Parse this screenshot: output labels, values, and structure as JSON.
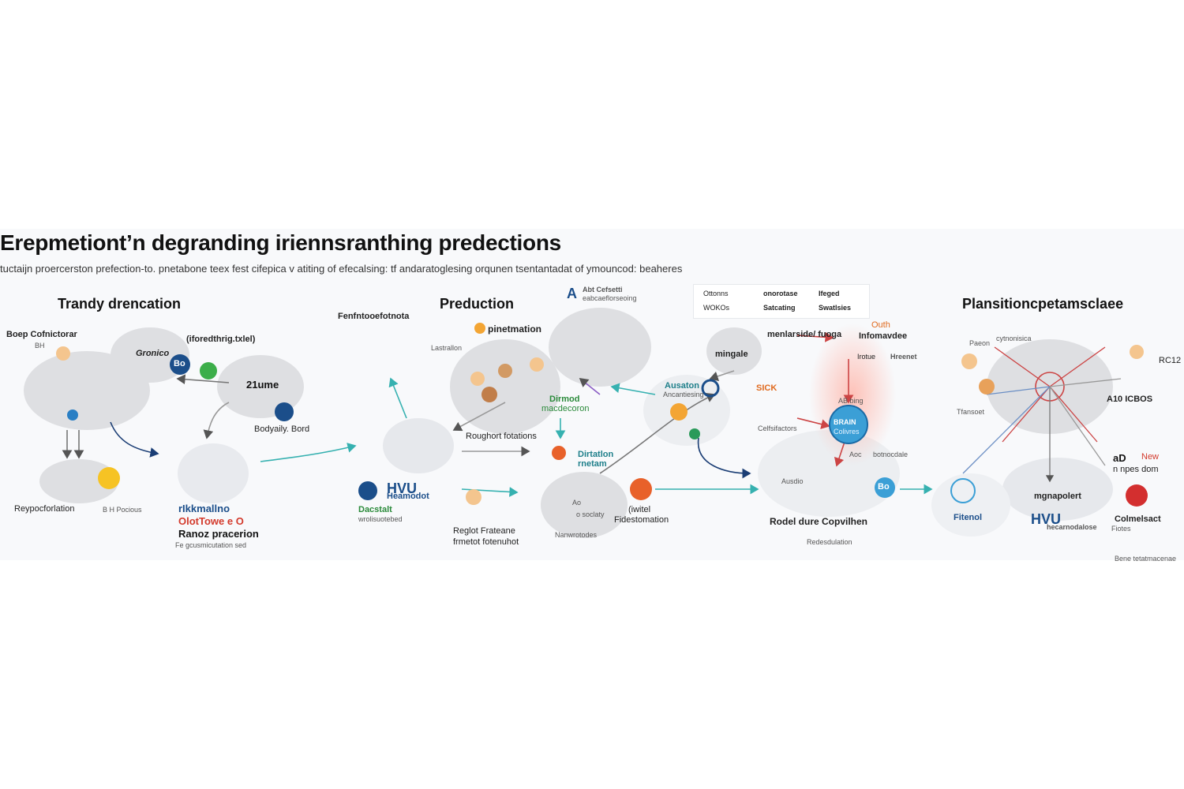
{
  "title": "Erepmetiont’n degranding iriennsranthing predections",
  "subtitle": "tuctaijn proercerston prefection-to. pnetabone teex fest cifepica v atiting of efecalsing: tf andaratoglesing orqunen tsentantadat of ymouncod: beaheres",
  "sections": {
    "left": "Trandy drencation",
    "middle": "Preduction",
    "right": "Plansitioncpetamsclaee"
  },
  "legend": {
    "row1_left": "Ottonns",
    "row1_mid": "onorotase",
    "row1_right": "Ifeged",
    "row2_left": "WOKOs",
    "row2_mid": "Satcating",
    "row2_right": "Swatlsies"
  },
  "labels": {
    "boep": "Boep Cofnictorar",
    "bh": "BH",
    "gronico": "Gronico",
    "bo1": "Bo",
    "tag_rfig": "(iforedthrig.txlel)",
    "z1ume": "21ume",
    "bodyaily": "Bodyaily. Bord",
    "repocolor": "Reypocforlation",
    "bh_racious": "B H Pocious",
    "blkmaino": "rIkkmallno",
    "slotowe": "OlotTowe e O",
    "ranoz": "Ranoz pracerion",
    "ranoz_small": "Fe gcusmicutation sed",
    "fenfn": "Fenfntooefotnota",
    "pinetmation": "pinetmation",
    "lastrallon": "Lastrallon",
    "a_label": "A",
    "a_top": "Abt Cefsetti",
    "a_top2": "eabcaeflorseoing",
    "dirmod": "Dirmod",
    "dirmod2": "macdecoron",
    "roughort": "Roughort fotations",
    "hvu": "HVU",
    "hvu2": "Heamodot",
    "dacstall": "Dacstalt",
    "dacstall2": "wrolisuotebed",
    "reglot": "Reglot Frateane",
    "trametot": "frmetot fotenuhot",
    "dirtation": "Dirtatlon",
    "rnetam": "rnetam",
    "ifiwiltei": "(iwitel",
    "fidestomation": "Fidestomation",
    "nanwroiodes": "Nanwrotodes",
    "ao": "Ao",
    "o_soclaty": "o soclaty",
    "atatlon": "Ausaton",
    "atatlon2": "Ancantiesing",
    "monlarside": "menlarside/ fuoga",
    "mingale": "mingale",
    "outh": "Outh",
    "infomavdee": "Infomavdee",
    "irotue": "Irotue",
    "hreenet": "Hreenet",
    "sick": "SICK",
    "celfsifactors": "Celfsifactors",
    "ab_bing": "AB bing",
    "center_node": "BRAIN",
    "center_node2": "Colivres",
    "rodel": "Rodel dure Copvilhen",
    "redesulation": "Redesdulation",
    "bo2": "Bo",
    "ausdia": "Ausdio",
    "aoc": "Aoc",
    "botnocdale": "botnocdale",
    "paeon": "Paeon",
    "cyiterniciso": "cytnonisica",
    "rc12": "RC12",
    "tfansoet": "Tfansoet",
    "a10icbos": "A10 ICBOS",
    "ad": "aD",
    "new": "New",
    "n_npes_dom": "n npes dom",
    "mgnapolot": "mgnapolert",
    "fitenol": "Fitenol",
    "hvu3": "HVU",
    "hvu3b": "hecarnodalose",
    "colmelsact": "Colmelsact",
    "reducc": "Fiotes",
    "footer": "Bene tetatmacenae"
  },
  "colors": {
    "accent_blue": "#1b4e8a",
    "accent_red": "#d33a2c",
    "accent_teal": "#36b1b0",
    "accent_orange": "#e06a1e",
    "cloud": "#dcdde0"
  }
}
